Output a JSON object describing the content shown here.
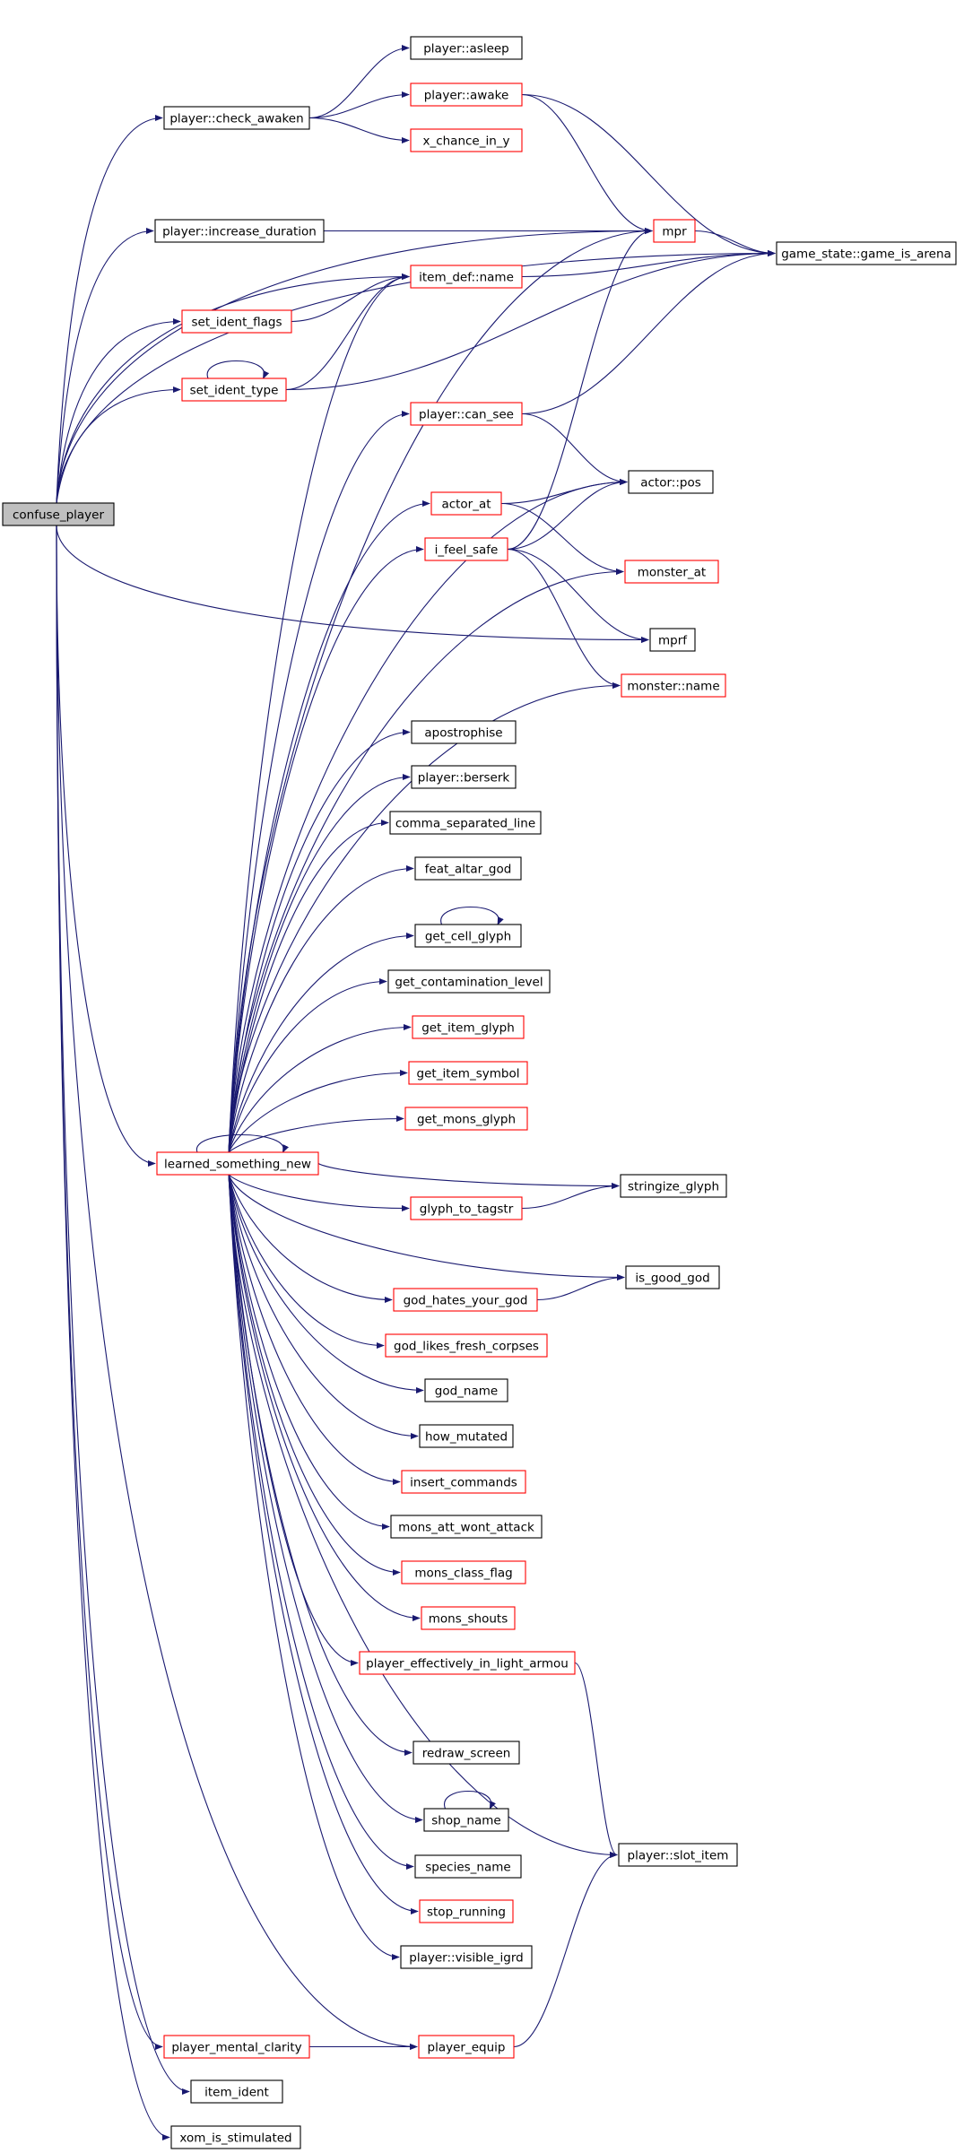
{
  "colors": {
    "edge": "#191970",
    "node_border_default": "#000000",
    "node_border_incomplete": "#ff0000",
    "root_fill": "#bfbfbf",
    "node_fill": "#ffffff"
  },
  "nodes": [
    {
      "id": "confuse_player",
      "label": "confuse_player",
      "style": "root"
    },
    {
      "id": "check_awaken",
      "label": "player::check_awaken",
      "style": "black"
    },
    {
      "id": "asleep",
      "label": "player::asleep",
      "style": "black"
    },
    {
      "id": "awake",
      "label": "player::awake",
      "style": "red"
    },
    {
      "id": "x_chance",
      "label": "x_chance_in_y",
      "style": "red"
    },
    {
      "id": "increase_duration",
      "label": "player::increase_duration",
      "style": "black"
    },
    {
      "id": "mpr",
      "label": "mpr",
      "style": "red"
    },
    {
      "id": "game_is_arena",
      "label": "game_state::game_is_arena",
      "style": "black"
    },
    {
      "id": "item_def_name",
      "label": "item_def::name",
      "style": "red"
    },
    {
      "id": "set_ident_flags",
      "label": "set_ident_flags",
      "style": "red"
    },
    {
      "id": "set_ident_type",
      "label": "set_ident_type",
      "style": "red"
    },
    {
      "id": "can_see",
      "label": "player::can_see",
      "style": "red"
    },
    {
      "id": "actor_pos",
      "label": "actor::pos",
      "style": "black"
    },
    {
      "id": "actor_at",
      "label": "actor_at",
      "style": "red"
    },
    {
      "id": "i_feel_safe",
      "label": "i_feel_safe",
      "style": "red"
    },
    {
      "id": "monster_at",
      "label": "monster_at",
      "style": "red"
    },
    {
      "id": "mprf",
      "label": "mprf",
      "style": "black"
    },
    {
      "id": "monster_name",
      "label": "monster::name",
      "style": "red"
    },
    {
      "id": "apostrophise",
      "label": "apostrophise",
      "style": "black"
    },
    {
      "id": "berserk",
      "label": "player::berserk",
      "style": "black"
    },
    {
      "id": "comma_separated_line",
      "label": "comma_separated_line",
      "style": "black"
    },
    {
      "id": "feat_altar_god",
      "label": "feat_altar_god",
      "style": "black"
    },
    {
      "id": "get_cell_glyph",
      "label": "get_cell_glyph",
      "style": "black"
    },
    {
      "id": "get_contamination_level",
      "label": "get_contamination_level",
      "style": "black"
    },
    {
      "id": "get_item_glyph",
      "label": "get_item_glyph",
      "style": "red"
    },
    {
      "id": "get_item_symbol",
      "label": "get_item_symbol",
      "style": "red"
    },
    {
      "id": "get_mons_glyph",
      "label": "get_mons_glyph",
      "style": "red"
    },
    {
      "id": "learned_something_new",
      "label": "learned_something_new",
      "style": "red"
    },
    {
      "id": "stringize_glyph",
      "label": "stringize_glyph",
      "style": "black"
    },
    {
      "id": "glyph_to_tagstr",
      "label": "glyph_to_tagstr",
      "style": "red"
    },
    {
      "id": "is_good_god",
      "label": "is_good_god",
      "style": "black"
    },
    {
      "id": "god_hates_your_god",
      "label": "god_hates_your_god",
      "style": "red"
    },
    {
      "id": "god_likes_fresh_corpses",
      "label": "god_likes_fresh_corpses",
      "style": "red"
    },
    {
      "id": "god_name",
      "label": "god_name",
      "style": "black"
    },
    {
      "id": "how_mutated",
      "label": "how_mutated",
      "style": "black"
    },
    {
      "id": "insert_commands",
      "label": "insert_commands",
      "style": "red"
    },
    {
      "id": "mons_att_wont_attack",
      "label": "mons_att_wont_attack",
      "style": "black"
    },
    {
      "id": "mons_class_flag",
      "label": "mons_class_flag",
      "style": "red"
    },
    {
      "id": "mons_shouts",
      "label": "mons_shouts",
      "style": "red"
    },
    {
      "id": "player_effectively_in_light_armour",
      "label": "player_effectively_in_light_armou",
      "style": "red"
    },
    {
      "id": "redraw_screen",
      "label": "redraw_screen",
      "style": "black"
    },
    {
      "id": "shop_name",
      "label": "shop_name",
      "style": "black"
    },
    {
      "id": "slot_item",
      "label": "player::slot_item",
      "style": "black"
    },
    {
      "id": "species_name",
      "label": "species_name",
      "style": "black"
    },
    {
      "id": "stop_running",
      "label": "stop_running",
      "style": "red"
    },
    {
      "id": "visible_igrd",
      "label": "player::visible_igrd",
      "style": "black"
    },
    {
      "id": "player_mental_clarity",
      "label": "player_mental_clarity",
      "style": "red"
    },
    {
      "id": "player_equip",
      "label": "player_equip",
      "style": "red"
    },
    {
      "id": "item_ident",
      "label": "item_ident",
      "style": "black"
    },
    {
      "id": "xom_is_stimulated",
      "label": "xom_is_stimulated",
      "style": "black"
    }
  ],
  "edges": [
    [
      "confuse_player",
      "check_awaken"
    ],
    [
      "confuse_player",
      "increase_duration"
    ],
    [
      "confuse_player",
      "item_def_name"
    ],
    [
      "confuse_player",
      "set_ident_flags"
    ],
    [
      "confuse_player",
      "set_ident_type"
    ],
    [
      "confuse_player",
      "mpr"
    ],
    [
      "confuse_player",
      "game_is_arena"
    ],
    [
      "confuse_player",
      "mprf"
    ],
    [
      "confuse_player",
      "learned_something_new"
    ],
    [
      "confuse_player",
      "player_mental_clarity"
    ],
    [
      "confuse_player",
      "player_equip"
    ],
    [
      "confuse_player",
      "item_ident"
    ],
    [
      "confuse_player",
      "xom_is_stimulated"
    ],
    [
      "check_awaken",
      "asleep"
    ],
    [
      "check_awaken",
      "awake"
    ],
    [
      "check_awaken",
      "x_chance"
    ],
    [
      "awake",
      "mpr"
    ],
    [
      "awake",
      "game_is_arena"
    ],
    [
      "increase_duration",
      "mpr"
    ],
    [
      "mpr",
      "game_is_arena"
    ],
    [
      "item_def_name",
      "game_is_arena"
    ],
    [
      "set_ident_flags",
      "item_def_name"
    ],
    [
      "set_ident_type",
      "item_def_name"
    ],
    [
      "set_ident_type",
      "game_is_arena"
    ],
    [
      "set_ident_type",
      "set_ident_type"
    ],
    [
      "can_see",
      "actor_pos"
    ],
    [
      "can_see",
      "game_is_arena"
    ],
    [
      "actor_at",
      "actor_pos"
    ],
    [
      "actor_at",
      "monster_at"
    ],
    [
      "i_feel_safe",
      "mpr"
    ],
    [
      "i_feel_safe",
      "actor_pos"
    ],
    [
      "i_feel_safe",
      "mprf"
    ],
    [
      "i_feel_safe",
      "monster_name"
    ],
    [
      "get_cell_glyph",
      "get_cell_glyph"
    ],
    [
      "shop_name",
      "shop_name"
    ],
    [
      "glyph_to_tagstr",
      "stringize_glyph"
    ],
    [
      "god_hates_your_god",
      "is_good_god"
    ],
    [
      "player_effectively_in_light_armour",
      "slot_item"
    ],
    [
      "player_mental_clarity",
      "player_equip"
    ],
    [
      "player_equip",
      "slot_item"
    ],
    [
      "learned_something_new",
      "learned_something_new"
    ],
    [
      "learned_something_new",
      "mpr"
    ],
    [
      "learned_something_new",
      "can_see"
    ],
    [
      "learned_something_new",
      "actor_pos"
    ],
    [
      "learned_something_new",
      "actor_at"
    ],
    [
      "learned_something_new",
      "i_feel_safe"
    ],
    [
      "learned_something_new",
      "monster_at"
    ],
    [
      "learned_something_new",
      "monster_name"
    ],
    [
      "learned_something_new",
      "apostrophise"
    ],
    [
      "learned_something_new",
      "berserk"
    ],
    [
      "learned_something_new",
      "comma_separated_line"
    ],
    [
      "learned_something_new",
      "feat_altar_god"
    ],
    [
      "learned_something_new",
      "get_cell_glyph"
    ],
    [
      "learned_something_new",
      "get_contamination_level"
    ],
    [
      "learned_something_new",
      "get_item_glyph"
    ],
    [
      "learned_something_new",
      "get_item_symbol"
    ],
    [
      "learned_something_new",
      "get_mons_glyph"
    ],
    [
      "learned_something_new",
      "stringize_glyph"
    ],
    [
      "learned_something_new",
      "glyph_to_tagstr"
    ],
    [
      "learned_something_new",
      "is_good_god"
    ],
    [
      "learned_something_new",
      "god_hates_your_god"
    ],
    [
      "learned_something_new",
      "god_likes_fresh_corpses"
    ],
    [
      "learned_something_new",
      "god_name"
    ],
    [
      "learned_something_new",
      "how_mutated"
    ],
    [
      "learned_something_new",
      "insert_commands"
    ],
    [
      "learned_something_new",
      "mons_att_wont_attack"
    ],
    [
      "learned_something_new",
      "mons_class_flag"
    ],
    [
      "learned_something_new",
      "mons_shouts"
    ],
    [
      "learned_something_new",
      "player_effectively_in_light_armour"
    ],
    [
      "learned_something_new",
      "redraw_screen"
    ],
    [
      "learned_something_new",
      "shop_name"
    ],
    [
      "learned_something_new",
      "slot_item"
    ],
    [
      "learned_something_new",
      "species_name"
    ],
    [
      "learned_something_new",
      "stop_running"
    ],
    [
      "learned_something_new",
      "visible_igrd"
    ],
    [
      "learned_something_new",
      "item_def_name"
    ]
  ]
}
